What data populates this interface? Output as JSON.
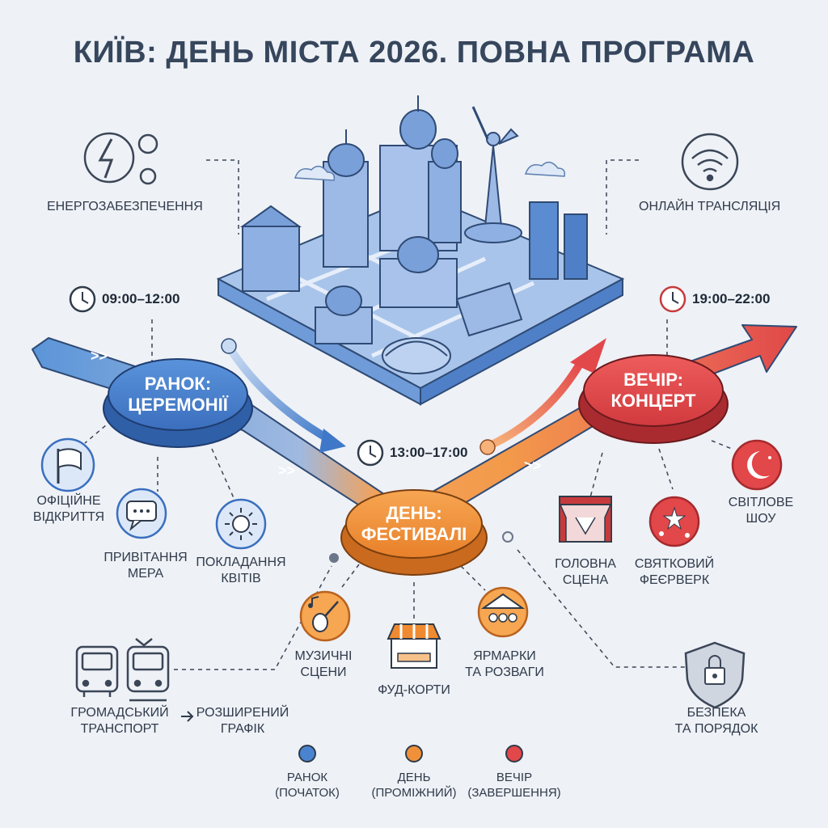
{
  "title": "КИЇВ: ДЕНЬ МІСТА 2026. ПОВНА ПРОГРАМА",
  "colors": {
    "morning": "#4a84d0",
    "day": "#f0913a",
    "evening": "#e2474a",
    "ink": "#2f3a4a"
  },
  "phases": {
    "morning": {
      "line1": "РАНОК:",
      "line2": "ЦЕРЕМОНІЇ",
      "time": "09:00–12:00"
    },
    "day": {
      "line1": "ДЕНЬ:",
      "line2": "ФЕСТИВАЛІ",
      "time": "13:00–17:00"
    },
    "evening": {
      "line1": "ВЕЧІР:",
      "line2": "КОНЦЕРТ",
      "time": "19:00–22:00"
    }
  },
  "top": {
    "energy": "ЕНЕРГОЗАБЕЗПЕЧЕННЯ",
    "stream": "ОНЛАЙН ТРАНСЛЯЦІЯ"
  },
  "morning_items": {
    "opening": [
      "ОФІЦІЙНЕ",
      "ВІДКРИТТЯ"
    ],
    "mayor": [
      "ПРИВІТАННЯ",
      "МЕРА"
    ],
    "flowers": [
      "ПОКЛАДАННЯ",
      "КВІТІВ"
    ]
  },
  "day_items": {
    "music": [
      "МУЗИЧНІ",
      "СЦЕНИ"
    ],
    "food": [
      "ФУД-КОРТИ"
    ],
    "fairs": [
      "ЯРМАРКИ",
      "ТА РОЗВАГИ"
    ]
  },
  "evening_items": {
    "stage": [
      "ГОЛОВНА",
      "СЦЕНА"
    ],
    "fireworks": [
      "СВЯТКОВИЙ",
      "ФЕЄРВЕРК"
    ],
    "light": [
      "СВІТЛОВЕ",
      "ШОУ"
    ]
  },
  "transport": {
    "line1": "ГРОМАДСЬКИЙ",
    "line2": "ТРАНСПОРТ",
    "ext1": "РОЗШИРЕНИЙ",
    "ext2": "ГРАФІК"
  },
  "safety": {
    "line1": "БЕЗПЕКА",
    "line2": "ТА ПОРЯДОК"
  },
  "legend": [
    {
      "line1": "РАНОК",
      "line2": "(ПОЧАТОК)",
      "color": "#4a84d0"
    },
    {
      "line1": "ДЕНЬ",
      "line2": "(ПРОМІЖНИЙ)",
      "color": "#f0913a"
    },
    {
      "line1": "ВЕЧІР",
      "line2": "(ЗАВЕРШЕННЯ)",
      "color": "#e2474a"
    }
  ]
}
